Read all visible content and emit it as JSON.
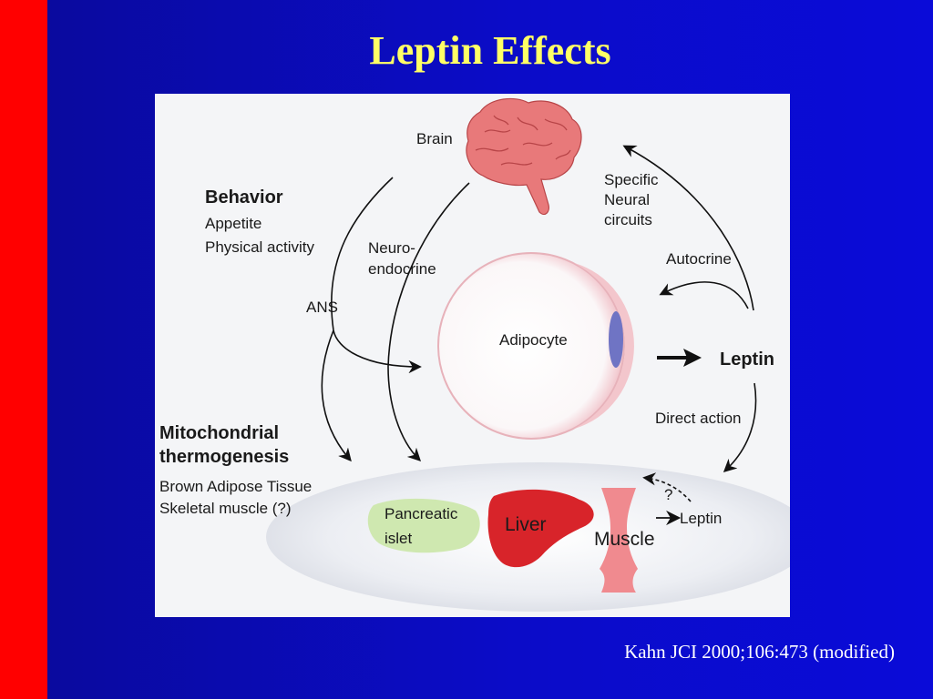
{
  "slide": {
    "title": "Leptin Effects",
    "citation": "Kahn JCI 2000;106:473 (modified)"
  },
  "diagram": {
    "brain_label": "Brain",
    "behavior": {
      "heading": "Behavior",
      "items": [
        "Appetite",
        "Physical activity"
      ]
    },
    "specific_neural": [
      "Specific",
      "Neural",
      "circuits"
    ],
    "neuroendocrine": [
      "Neuro-",
      "endocrine"
    ],
    "ans_label": "ANS",
    "autocrine_label": "Autocrine",
    "adipocyte_label": "Adipocyte",
    "leptin_label": "Leptin",
    "direct_action_label": "Direct action",
    "thermogenesis": {
      "heading": [
        "Mitochondrial",
        "thermogenesis"
      ],
      "items": [
        "Brown Adipose Tissue",
        "Skeletal muscle (?)"
      ]
    },
    "pancreatic_islet": [
      "Pancreatic",
      "islet"
    ],
    "liver_label": "Liver",
    "muscle_label": "Muscle",
    "question_mark": "?",
    "muscle_leptin_label": "Leptin",
    "colors": {
      "slide_background": "#0a0bc8",
      "left_bar": "#ff0000",
      "title": "#ffff66",
      "brain": "#e8797a",
      "liver": "#d8242a",
      "muscle": "#f08a8f",
      "islet": "#cfe8b0",
      "adipocyte_rim": "#f3c6cc",
      "nucleus": "#6f74c4"
    }
  }
}
